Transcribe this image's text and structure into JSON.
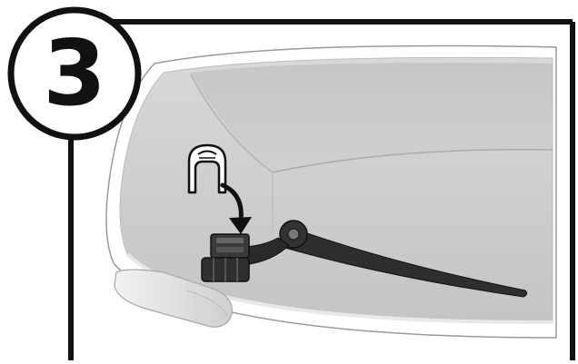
{
  "step": {
    "number": "3"
  },
  "illustration": {
    "parts": [
      "toilet-tank",
      "flush-handle-lever",
      "retaining-clip",
      "downward-arrow"
    ]
  }
}
